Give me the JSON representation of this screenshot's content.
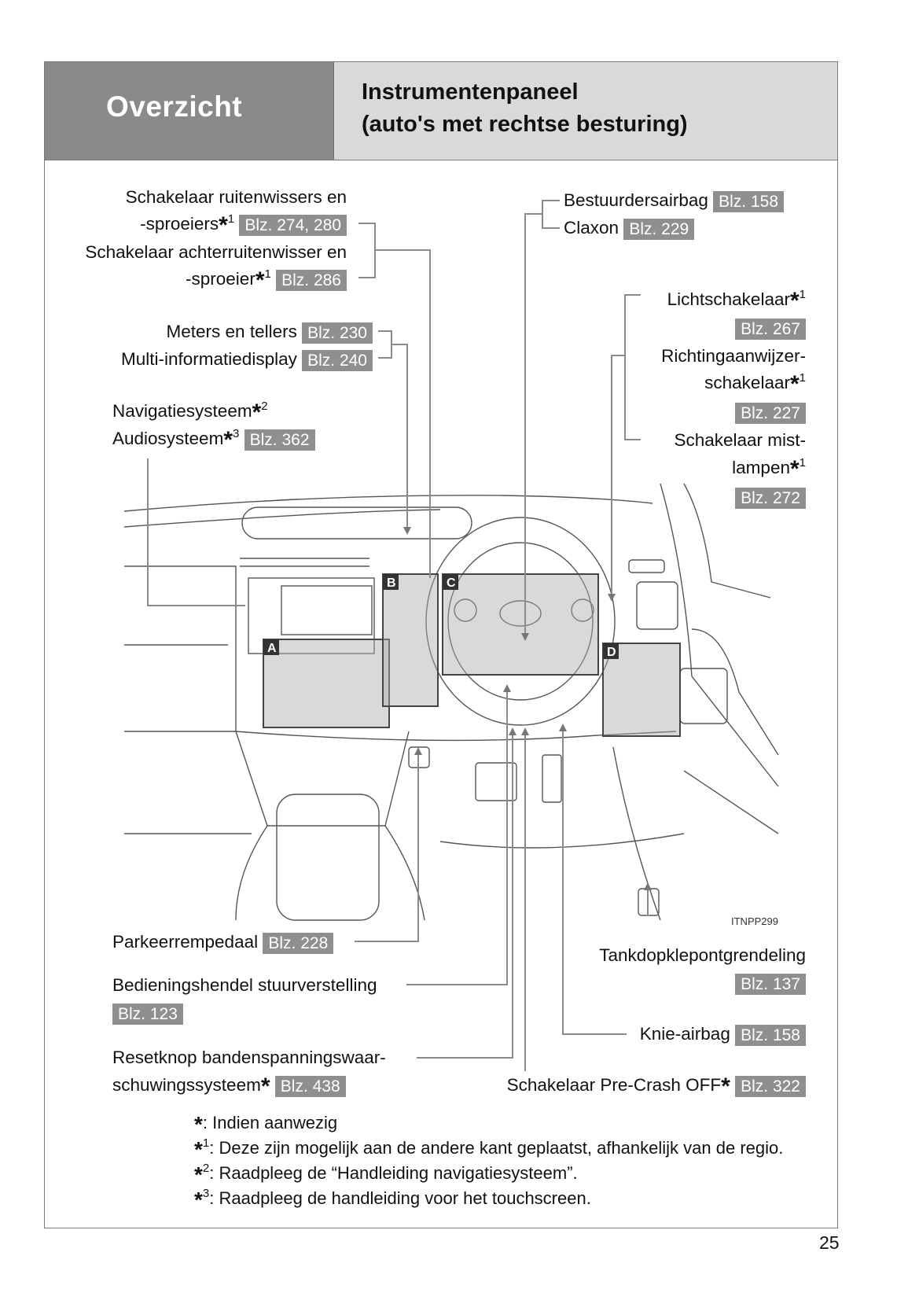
{
  "header": {
    "section": "Overzicht",
    "title_line1": "Instrumentenpaneel",
    "title_line2": "(auto's met rechtse besturing)"
  },
  "labels": {
    "wiper1": "Schakelaar ruitenwissers en",
    "wiper2": "-sproeiers",
    "wiper_page": "Blz. 274, 280",
    "rear1": "Schakelaar achterruitenwisser en",
    "rear2": "-sproeier",
    "rear_page": "Blz. 286",
    "meters": "Meters en tellers",
    "meters_page": "Blz. 230",
    "multi": "Multi-informatiedisplay",
    "multi_page": "Blz. 240",
    "nav": "Navigatiesysteem",
    "audio": "Audiosysteem",
    "audio_page": "Blz. 362",
    "airbag": "Bestuurdersairbag",
    "airbag_page": "Blz. 158",
    "horn": "Claxon",
    "horn_page": "Blz. 229",
    "light": "Lichtschakelaar",
    "light_page": "Blz. 267",
    "turn1": "Richtingaanwijzer-",
    "turn2": "schakelaar",
    "turn_page": "Blz. 227",
    "fog1": "Schakelaar mist-",
    "fog2": "lampen",
    "fog_page": "Blz. 272",
    "parking": "Parkeerrempedaal",
    "parking_page": "Blz. 228",
    "steer": "Bedieningshendel stuurverstelling",
    "steer_page": "Blz. 123",
    "tire1": "Resetknop bandenspanningswaar-",
    "tire2": "schuwingssysteem",
    "tire_page": "Blz. 438",
    "fuel": "Tankdopklepontgrendeling",
    "fuel_page": "Blz. 137",
    "knee": "Knie-airbag",
    "knee_page": "Blz. 158",
    "precrash": "Schakelaar Pre-Crash OFF",
    "precrash_page": "Blz. 322"
  },
  "footnote_marks": {
    "star": "*",
    "one": "1",
    "two": "2",
    "three": "3"
  },
  "diagram": {
    "callouts": [
      "A",
      "B",
      "C",
      "D"
    ],
    "figure_code": "ITNPP299"
  },
  "notes": [
    ": Indien aanwezig",
    ": Deze zijn mogelijk aan de andere kant geplaatst, afhankelijk van de regio.",
    ": Raadpleeg de “Handleiding navigatiesysteem”.",
    ": Raadpleeg de handleiding voor het touchscreen."
  ],
  "page_number": "25",
  "colors": {
    "header_dark": "#8a8a8a",
    "header_light": "#d9d9d9",
    "badge": "#8f8f8f"
  }
}
